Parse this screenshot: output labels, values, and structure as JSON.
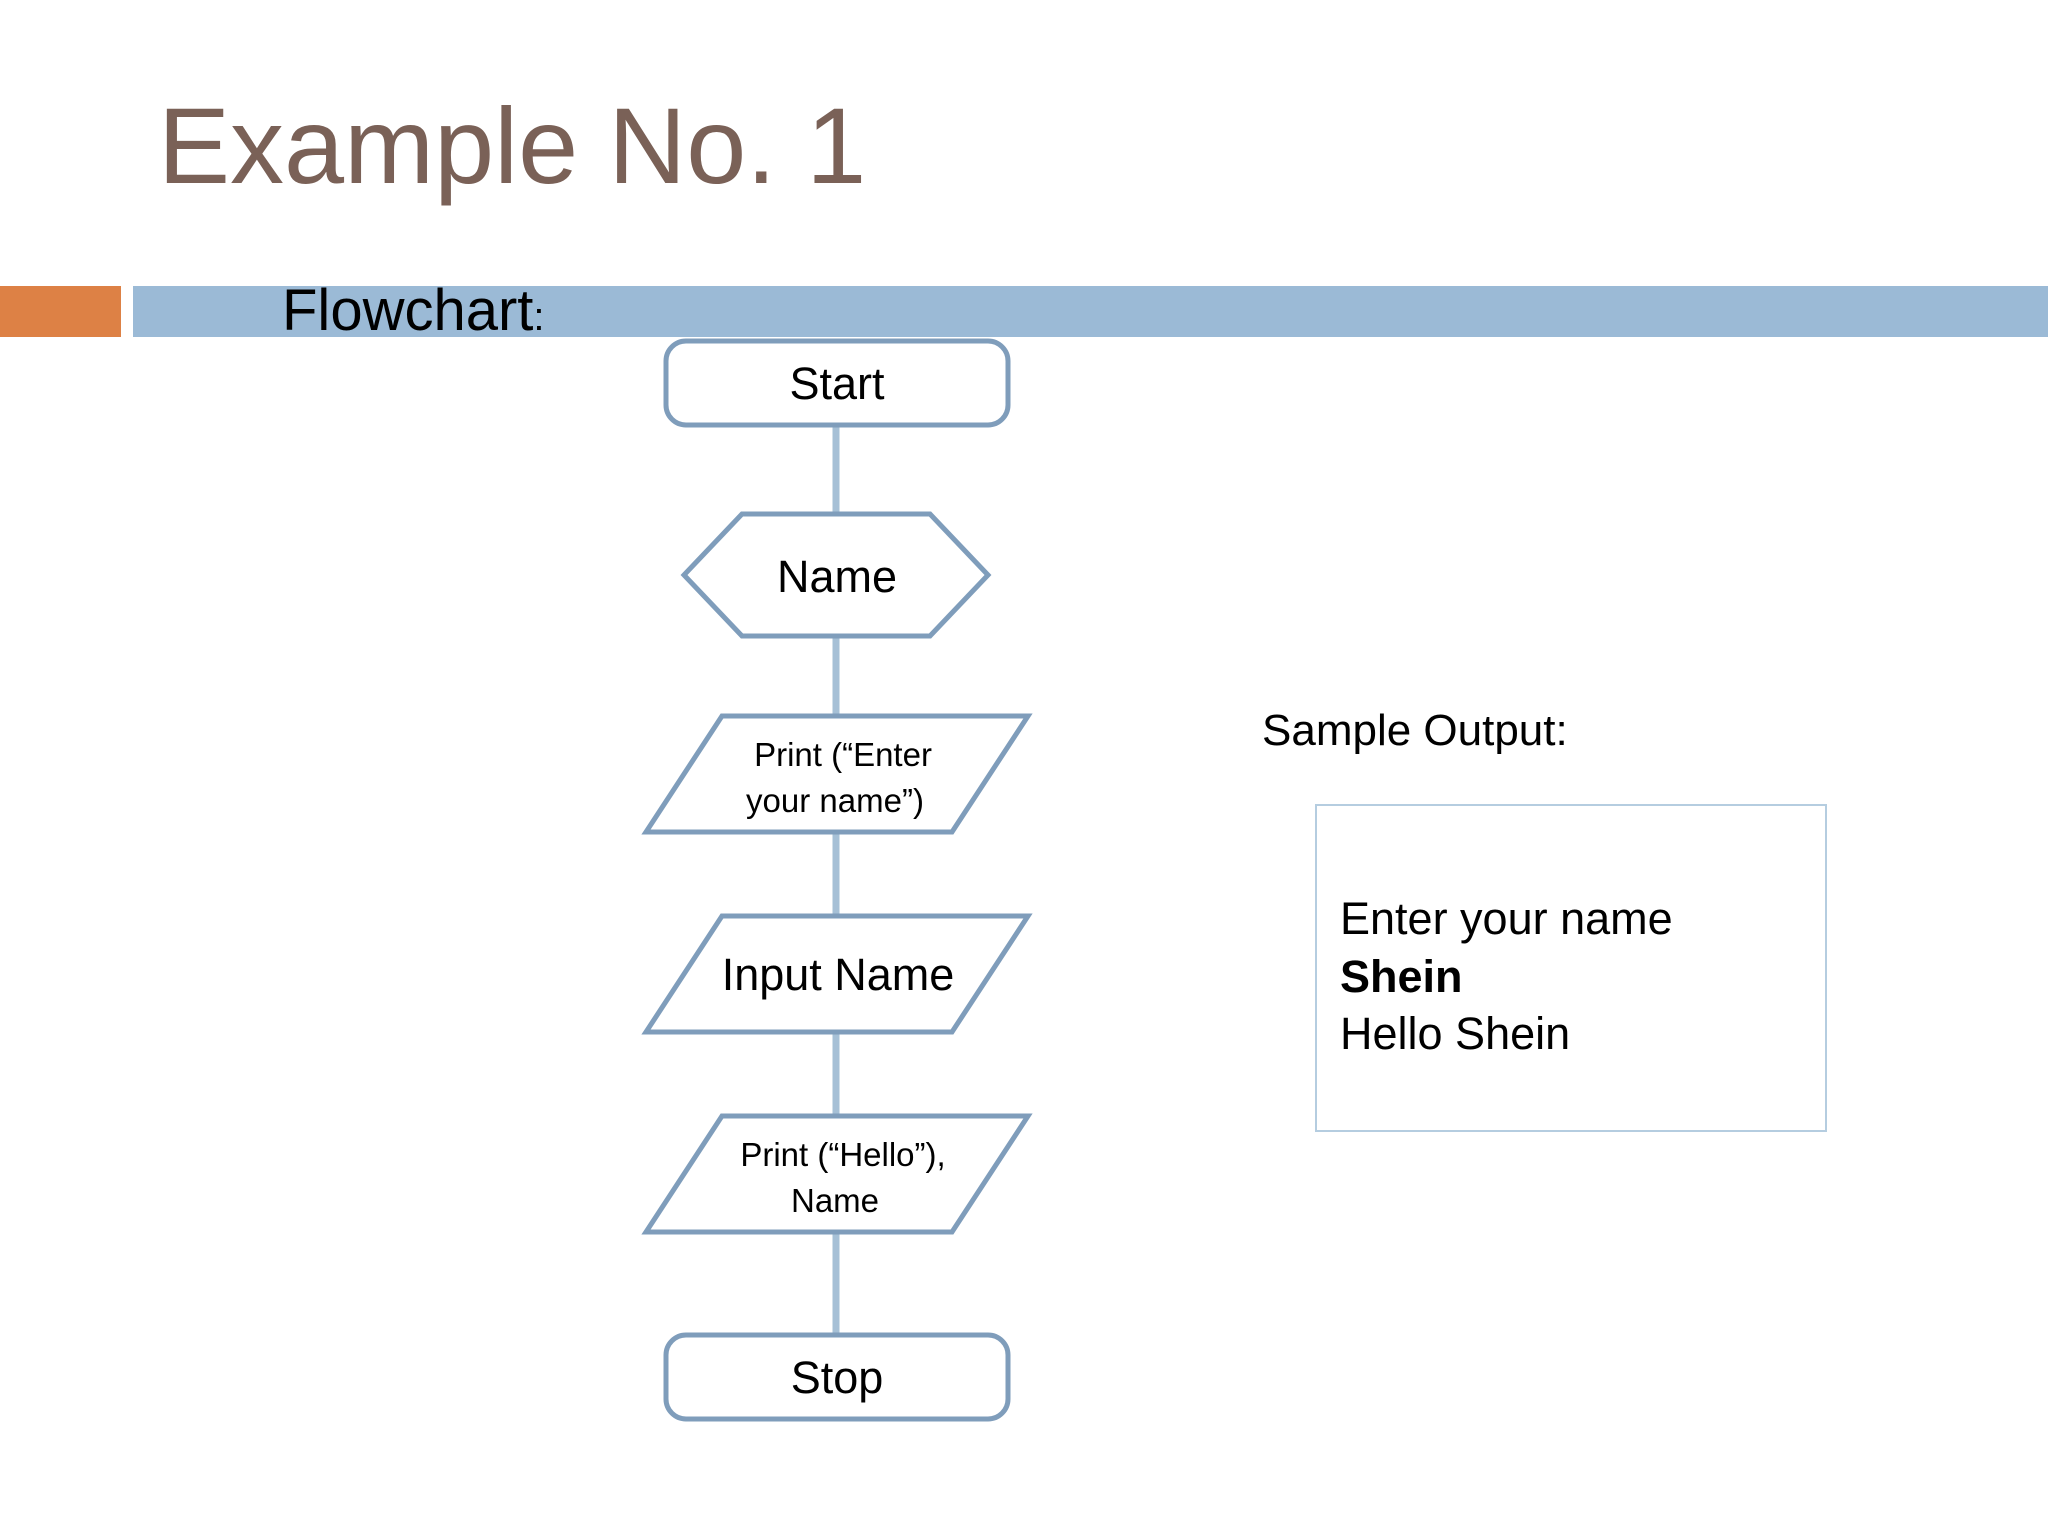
{
  "slide": {
    "title": "Example No. 1",
    "subtitle": "Flowchart",
    "subtitle_colon": ":"
  },
  "theme": {
    "title_color": "#7a6157",
    "accent_orange": "#dd8145",
    "accent_blue": "#9bbad6",
    "shape_stroke": "#7f9dbb",
    "connector_color": "#a6c0d6",
    "output_box_border": "#b5cde0",
    "text_color": "#000000",
    "background": "#ffffff"
  },
  "flowchart": {
    "nodes": [
      {
        "id": "start",
        "shape": "terminator",
        "label": "Start"
      },
      {
        "id": "name",
        "shape": "preparation",
        "label": "Name"
      },
      {
        "id": "print1",
        "shape": "parallelogram",
        "label_line1": "Print (“Enter",
        "label_line2": "your name”)"
      },
      {
        "id": "input",
        "shape": "parallelogram",
        "label_line1": "Input Name"
      },
      {
        "id": "print2",
        "shape": "parallelogram",
        "label_line1": "Print (“Hello”),",
        "label_line2": "Name"
      },
      {
        "id": "stop",
        "shape": "terminator",
        "label": "Stop"
      }
    ],
    "connectors": [
      {
        "from": "start",
        "to": "name"
      },
      {
        "from": "name",
        "to": "print1"
      },
      {
        "from": "print1",
        "to": "input"
      },
      {
        "from": "input",
        "to": "print2"
      },
      {
        "from": "print2",
        "to": "stop"
      }
    ]
  },
  "sample_output": {
    "label": "Sample Output:",
    "lines": [
      {
        "text": "Enter your name",
        "bold": false
      },
      {
        "text": "Shein",
        "bold": true
      },
      {
        "text": "Hello Shein",
        "bold": false
      }
    ]
  }
}
